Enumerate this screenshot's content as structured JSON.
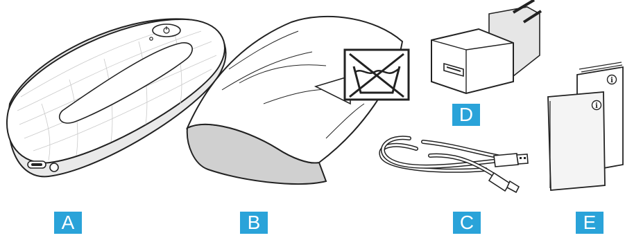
{
  "labels": {
    "a": "A",
    "b": "B",
    "c": "C",
    "d": "D",
    "e": "E"
  },
  "info_glyph": "i",
  "colors": {
    "badge": "#2aa3d9",
    "outline": "#222222",
    "shadow": "#d6d6d6",
    "paper": "#f4f4f4"
  },
  "icons": {
    "device": "massager-device",
    "pouch": "storage-pouch",
    "wash_symbol": "do-not-wash-icon",
    "cable": "usb-cable",
    "charger": "wall-charger",
    "manual": "manual-booklets"
  }
}
